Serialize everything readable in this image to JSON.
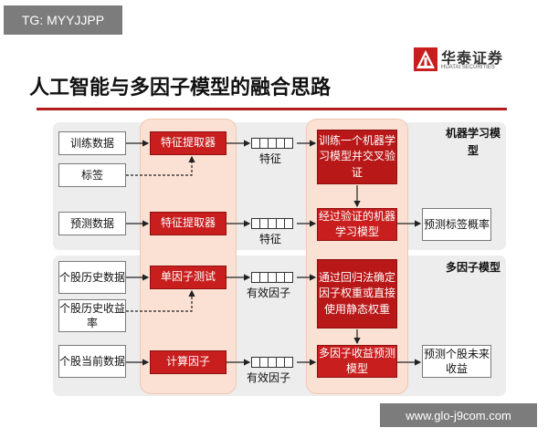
{
  "watermark_top": "TG: MYYJJPP",
  "watermark_bottom": "www.glo-j9com.com",
  "logo": {
    "cn": "华泰证券",
    "en": "HUATAI SECURITIES"
  },
  "title": "人工智能与多因子模型的融合思路",
  "ml_panel": {
    "title": "机器学习模型",
    "train_data": "训练数据",
    "labels": "标签",
    "predict_data": "预测数据",
    "feature_extractor_1": "特征提取器",
    "feature_extractor_2": "特征提取器",
    "feature_label_1": "特征",
    "feature_label_2": "特征",
    "train_step": "训练一个机器学习模型并交叉验证",
    "validated_model": "经过验证的机器学习模型",
    "output": "预测标签概率"
  },
  "mf_panel": {
    "title": "多因子模型",
    "stock_history": "个股历史数据",
    "stock_returns": "个股历史收益率",
    "stock_current": "个股当前数据",
    "single_factor_test": "单因子测试",
    "compute_factor": "计算因子",
    "effective_factor_1": "有效因子",
    "effective_factor_2": "有效因子",
    "weight_step": "通过回归法确定因子权重或直接使用静态权重",
    "mf_model": "多因子收益预测模型",
    "output": "预测个股未来收益"
  }
}
